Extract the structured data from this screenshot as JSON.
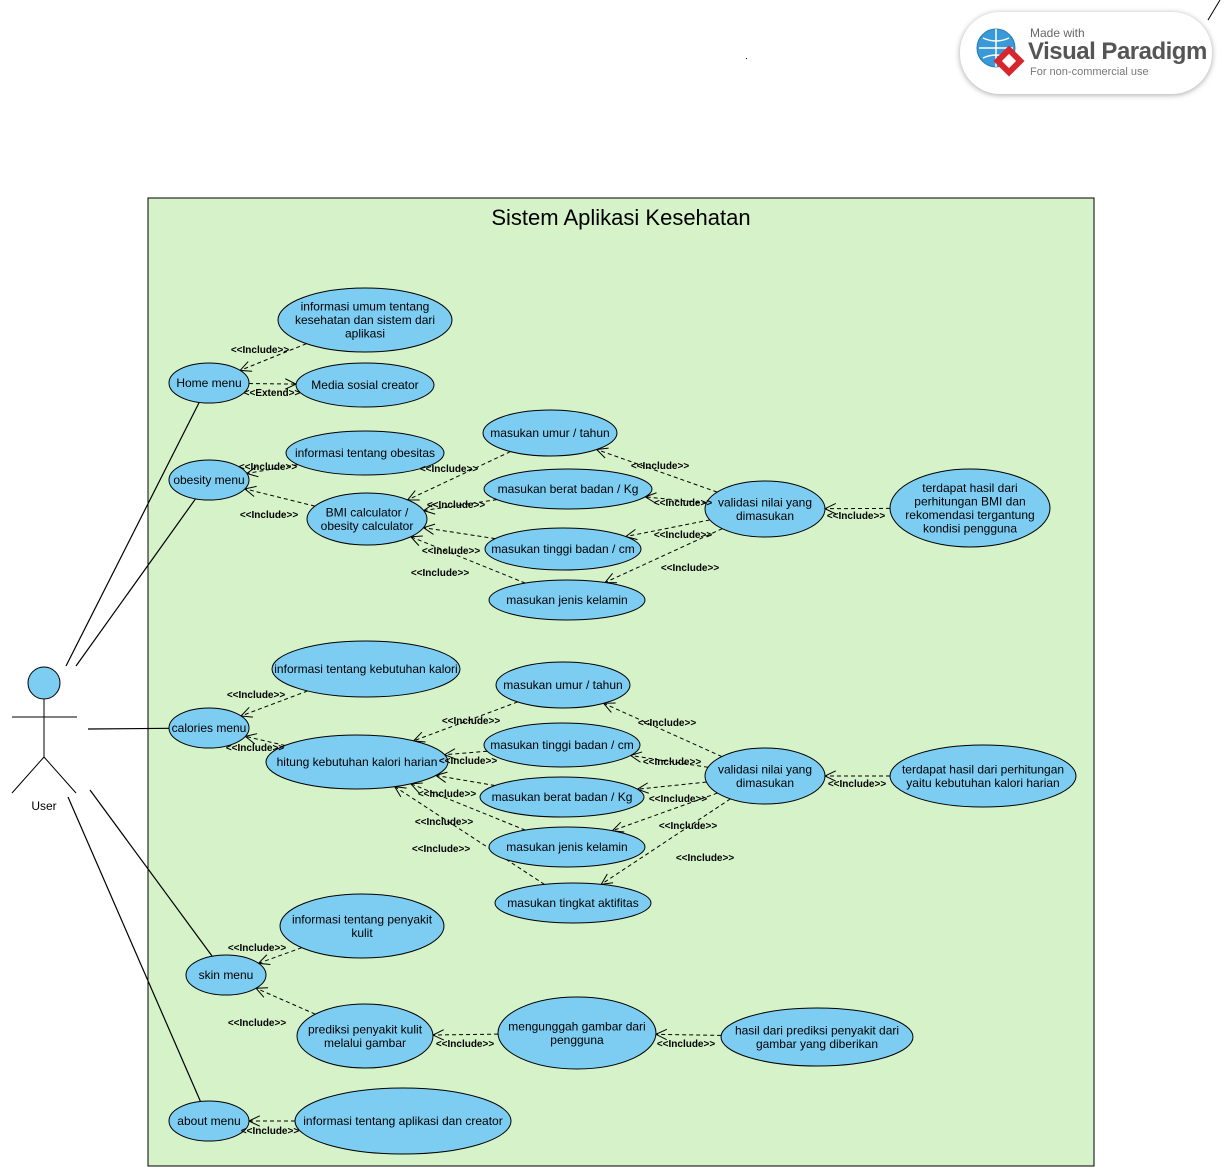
{
  "system": {
    "title": "Sistem Aplikasi Kesehatan"
  },
  "actor": {
    "name": "User"
  },
  "stereotypes": {
    "include": "<<Include>>",
    "extend": "<<Extend>>"
  },
  "watermark": {
    "made_with": "Made with",
    "brand": "Visual Paradigm",
    "subtitle": "For non-commercial use"
  },
  "colors": {
    "usecase_fill": "#7dcdf2",
    "boundary_fill": "#d5f2c9",
    "stroke": "#000000"
  },
  "usecases": {
    "home": [
      "Home menu"
    ],
    "home_info": [
      "informasi umum tentang",
      "kesehatan dan sistem dari",
      "aplikasi"
    ],
    "home_media": [
      "Media sosial creator"
    ],
    "obesity": [
      "obesity menu"
    ],
    "ob_info": [
      "informasi tentang obesitas"
    ],
    "bmi_calc": [
      "BMI calculator /",
      "obesity calculator"
    ],
    "ob_umur": [
      "masukan umur / tahun"
    ],
    "ob_berat": [
      "masukan berat badan / Kg"
    ],
    "ob_tinggi": [
      "masukan tinggi badan / cm"
    ],
    "ob_kelamin": [
      "masukan jenis kelamin"
    ],
    "ob_valid": [
      "validasi nilai yang",
      "dimasukan"
    ],
    "ob_hasil": [
      "terdapat hasil dari",
      "perhitungan BMI dan",
      "rekomendasi tergantung",
      "kondisi pengguna"
    ],
    "calories": [
      "calories menu"
    ],
    "cal_info": [
      "informasi tentang kebutuhan kalori"
    ],
    "cal_hitung": [
      "hitung kebutuhan kalori harian"
    ],
    "cal_umur": [
      "masukan umur / tahun"
    ],
    "cal_tinggi": [
      "masukan tinggi badan / cm"
    ],
    "cal_berat": [
      "masukan berat badan / Kg"
    ],
    "cal_kelamin": [
      "masukan jenis kelamin"
    ],
    "cal_aktif": [
      "masukan tingkat aktifitas"
    ],
    "cal_valid": [
      "validasi nilai yang",
      "dimasukan"
    ],
    "cal_hasil": [
      "terdapat hasil dari perhitungan",
      "yaitu kebutuhan kalori harian"
    ],
    "skin": [
      "skin menu"
    ],
    "skin_info": [
      "informasi tentang penyakit",
      "kulit"
    ],
    "skin_prediksi": [
      "prediksi penyakit kulit",
      "melalui gambar"
    ],
    "skin_upload": [
      "mengunggah gambar dari",
      "pengguna"
    ],
    "skin_hasil": [
      "hasil dari prediksi penyakit dari",
      "gambar yang diberikan"
    ],
    "about": [
      "about menu"
    ],
    "about_info": [
      "informasi tentang aplikasi dan creator"
    ]
  },
  "relations": [
    {
      "from": "home_info",
      "to": "home",
      "kind": "include"
    },
    {
      "from": "home",
      "to": "home_media",
      "kind": "extend"
    },
    {
      "from": "ob_info",
      "to": "obesity",
      "kind": "include"
    },
    {
      "from": "bmi_calc",
      "to": "obesity",
      "kind": "include"
    },
    {
      "from": "ob_umur",
      "to": "bmi_calc",
      "kind": "include"
    },
    {
      "from": "ob_berat",
      "to": "bmi_calc",
      "kind": "include"
    },
    {
      "from": "ob_tinggi",
      "to": "bmi_calc",
      "kind": "include"
    },
    {
      "from": "ob_kelamin",
      "to": "bmi_calc",
      "kind": "include"
    },
    {
      "from": "ob_valid",
      "to": "ob_umur",
      "kind": "include"
    },
    {
      "from": "ob_valid",
      "to": "ob_berat",
      "kind": "include"
    },
    {
      "from": "ob_valid",
      "to": "ob_tinggi",
      "kind": "include"
    },
    {
      "from": "ob_valid",
      "to": "ob_kelamin",
      "kind": "include"
    },
    {
      "from": "ob_hasil",
      "to": "ob_valid",
      "kind": "include"
    },
    {
      "from": "cal_info",
      "to": "calories",
      "kind": "include"
    },
    {
      "from": "cal_hitung",
      "to": "calories",
      "kind": "include"
    },
    {
      "from": "cal_umur",
      "to": "cal_hitung",
      "kind": "include"
    },
    {
      "from": "cal_tinggi",
      "to": "cal_hitung",
      "kind": "include"
    },
    {
      "from": "cal_berat",
      "to": "cal_hitung",
      "kind": "include"
    },
    {
      "from": "cal_kelamin",
      "to": "cal_hitung",
      "kind": "include"
    },
    {
      "from": "cal_aktif",
      "to": "cal_hitung",
      "kind": "include"
    },
    {
      "from": "cal_valid",
      "to": "cal_umur",
      "kind": "include"
    },
    {
      "from": "cal_valid",
      "to": "cal_tinggi",
      "kind": "include"
    },
    {
      "from": "cal_valid",
      "to": "cal_berat",
      "kind": "include"
    },
    {
      "from": "cal_valid",
      "to": "cal_kelamin",
      "kind": "include"
    },
    {
      "from": "cal_valid",
      "to": "cal_aktif",
      "kind": "include"
    },
    {
      "from": "cal_hasil",
      "to": "cal_valid",
      "kind": "include"
    },
    {
      "from": "skin_info",
      "to": "skin",
      "kind": "include"
    },
    {
      "from": "skin_prediksi",
      "to": "skin",
      "kind": "include"
    },
    {
      "from": "skin_upload",
      "to": "skin_prediksi",
      "kind": "include"
    },
    {
      "from": "skin_hasil",
      "to": "skin_upload",
      "kind": "include"
    },
    {
      "from": "about_info",
      "to": "about",
      "kind": "include"
    }
  ],
  "associations": [
    "home",
    "obesity",
    "calories",
    "skin",
    "about"
  ]
}
